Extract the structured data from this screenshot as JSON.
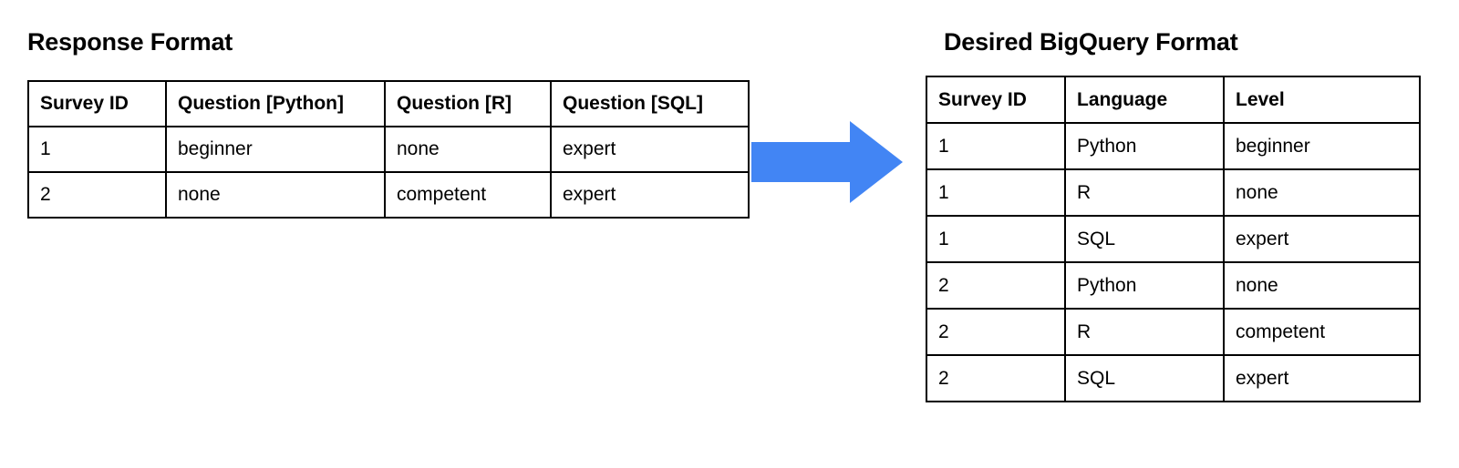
{
  "page": {
    "background_color": "#ffffff",
    "text_color": "#000000"
  },
  "left_panel": {
    "title": "Response Format",
    "table": {
      "headers": [
        "Survey ID",
        "Question [Python]",
        "Question [R]",
        "Question [SQL]"
      ],
      "rows": [
        [
          "1",
          "beginner",
          "none",
          "expert"
        ],
        [
          "2",
          "none",
          "competent",
          "expert"
        ]
      ]
    }
  },
  "arrow": {
    "name": "right-arrow",
    "color": "#4285f4",
    "direction": "right"
  },
  "right_panel": {
    "title": "Desired BigQuery Format",
    "table": {
      "headers": [
        "Survey ID",
        "Language",
        "Level"
      ],
      "rows": [
        [
          "1",
          "Python",
          "beginner"
        ],
        [
          "1",
          "R",
          "none"
        ],
        [
          "1",
          "SQL",
          "expert"
        ],
        [
          "2",
          "Python",
          "none"
        ],
        [
          "2",
          "R",
          "competent"
        ],
        [
          "2",
          "SQL",
          "expert"
        ]
      ]
    }
  }
}
